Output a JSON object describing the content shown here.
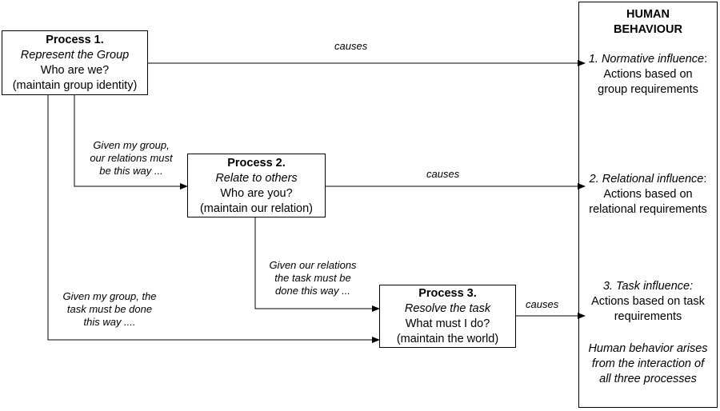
{
  "process1": {
    "title": "Process 1.",
    "subtitle": "Represent the Group",
    "question": "Who are we?",
    "goal": "(maintain group identity)"
  },
  "process2": {
    "title": "Process 2.",
    "subtitle": "Relate to others",
    "question": "Who are you?",
    "goal": "(maintain our relation)"
  },
  "process3": {
    "title": "Process 3.",
    "subtitle": "Resolve the task",
    "question": "What must I do?",
    "goal": "(maintain the world)"
  },
  "edge_labels": {
    "causes1": "causes",
    "causes2": "causes",
    "causes3": "causes",
    "p1_to_p2": [
      "Given my group,",
      "our relations must",
      "be this way ..."
    ],
    "p2_to_p3": [
      "Given our relations",
      "the task must be",
      "done this way ..."
    ],
    "p1_to_p3": [
      "Given my group, the",
      "task must be done",
      "this way ...."
    ]
  },
  "human_behaviour": {
    "title_line1": "HUMAN",
    "title_line2": "BEHAVIOUR",
    "normative": {
      "label": "1. Normative influence",
      "suffix": ":",
      "line2": "Actions based on",
      "line3": "group requirements"
    },
    "relational": {
      "label": "2. Relational influence",
      "suffix": ":",
      "line2": "Actions based on",
      "line3": "relational requirements"
    },
    "task": {
      "label": "3. Task influence:",
      "line2": "Actions based on task",
      "line3": "requirements"
    },
    "conclusion": [
      "Human behavior arises",
      "from the interaction of",
      "all three processes"
    ]
  }
}
